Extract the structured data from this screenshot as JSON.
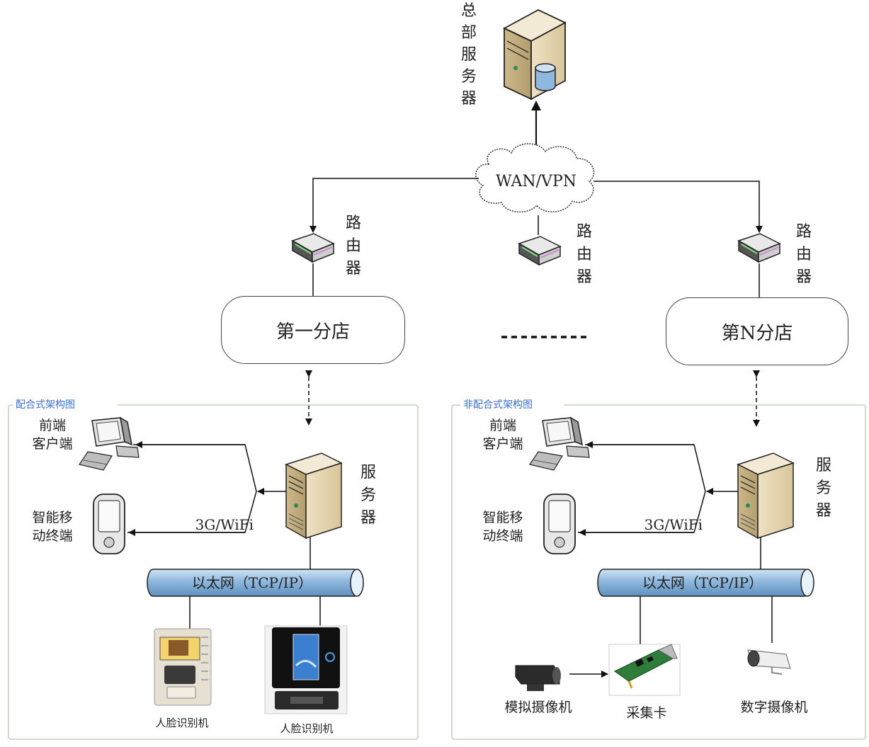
{
  "hq": {
    "label": "总部服务器"
  },
  "cloud": {
    "label": "WAN/VPN"
  },
  "routers": [
    {
      "label": "路由器"
    },
    {
      "label": "路由器"
    },
    {
      "label": "路由器"
    }
  ],
  "stores": {
    "first": "第一分店",
    "nth": "第N分店"
  },
  "panels": {
    "left": {
      "title": "配合式架构图",
      "front_client": [
        "前端",
        "客户端"
      ],
      "mobile": [
        "智能移",
        "动终端"
      ],
      "link_label": "3G/WiFi",
      "server": "服务器",
      "ethernet": "以太网（TCP/IP）",
      "device1": "人脸识别机",
      "device2": "人脸识别机"
    },
    "right": {
      "title": "非配合式架构图",
      "front_client": [
        "前端",
        "客户端"
      ],
      "mobile": [
        "智能移",
        "动终端"
      ],
      "link_label": "3G/WiFi",
      "server": "服务器",
      "ethernet": "以太网（TCP/IP）",
      "analog_cam": "模拟摄像机",
      "capture_card": "采集卡",
      "digital_cam": "数字摄像机"
    }
  }
}
